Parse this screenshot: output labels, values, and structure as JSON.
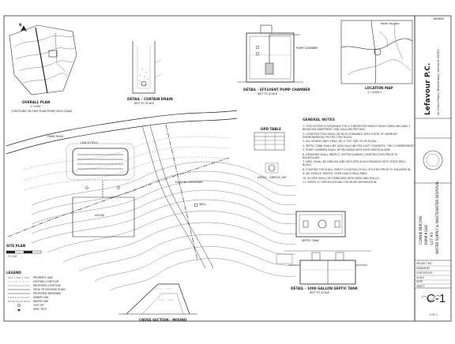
{
  "sheet": {
    "ref_number": "BB3895",
    "firm_name": "Lefavour P.C.",
    "firm_address": "42 Union Road, Moosehead, Vermont 05052",
    "project": {
      "client": "CONNIE DEROAN",
      "location_line1": "FARM ROAD",
      "location_line2": "LOT #3",
      "description": "WATER SUPPLY & WASTEWATER DISPOSAL"
    },
    "title_block_rows": [
      "PROJECT NO.",
      "DRAWN BY",
      "CHECKED BY",
      "SCALE",
      "DATE",
      "SHEET"
    ],
    "sheet_number": "C-1",
    "sheet_of": "1 OF 1"
  },
  "details": {
    "overall_plan": {
      "title": "OVERALL PLAN",
      "scale": "1\"=400'",
      "note": "CONTOURS ON THIS PLAN FROM USGS QUAD"
    },
    "curtain_drain": {
      "title": "DETAIL - CURTAIN DRAIN",
      "scale": "NOT TO SCALE"
    },
    "pump_chamber": {
      "title": "DETAIL - EFFLUENT PUMP CHAMBER",
      "scale": "NOT TO SCALE"
    },
    "location_map": {
      "title": "LOCATION MAP",
      "scale": "1\"=4000'±",
      "place_label": "North Fayston"
    },
    "gpd_table": {
      "title": "GPD TABLE"
    },
    "orifice_cap": {
      "title": "DETAIL - ORIFICE CAP"
    },
    "site_plan": {
      "title": "SITE PLAN",
      "scale": "1\"=40'"
    },
    "cross_section": {
      "title": "CROSS SECTION - MOUND"
    },
    "septic_tank": {
      "title": "DETAIL - 1000 GALLON SEPTIC TANK",
      "scale": "NOT TO SCALE"
    }
  },
  "labels": {
    "north": "N",
    "leach_field": "LEACH FIELD",
    "house": "HOUSE",
    "well": "WELL",
    "road": "FARM ROAD",
    "existing_driveway": "EXISTING DRIVEWAY",
    "pump_chamber_label": "PUMP CHAMBER",
    "septic_tank_label": "SEPTIC TANK"
  },
  "general_notes": {
    "title": "GENERAL NOTES",
    "items": [
      "1. THIS SYSTEM IS DESIGNED FOR A 3 BEDROOM SINGLE FAMILY DWELLING AND 1 BEDROOM APARTMENT (560 GALLONS PER DAY).",
      "2. CONSTRUCTION SHALL BE IN ACCORDANCE WITH STATE OF VERMONT ENVIRONMENTAL PROTECTION RULES.",
      "3. ALL SEWER LINES SHALL BE 4\" PVC SDR 35 OR EQUAL.",
      "4. SEPTIC TANK SHALL BE 1000 GALLONS PRE-CAST CONCRETE, TWO COMPARTMENT.",
      "5. PUMP CHAMBER SHALL BE PROVIDED WITH HIGH WATER ALARM.",
      "6. DESIGNER SHALL INSPECT SYSTEM DURING CONSTRUCTION PRIOR TO BACKFILLING.",
      "7. WELL SHALL BE DRILLED AND GROUTED IN ACCORDANCE WITH STATE WELL RULES.",
      "8. CONTRACTOR SHALL VERIFY LOCATION OF ALL UTILITIES PRIOR TO EXCAVATION.",
      "9. NO VEHICLE TRAFFIC OVER LEACH FIELD AREA.",
      "10. SLOPES SHALL BE STABILIZED WITH SEED AND MULCH.",
      "11. REFER TO SPECIFICATIONS FOR MORE INFORMATION."
    ]
  },
  "legend": {
    "title": "LEGEND",
    "items": [
      "PROPERTY LINE",
      "EXISTING CONTOUR",
      "PROPOSED CONTOUR",
      "EDGE OF EXISTING ROAD",
      "PROPOSED DRIVEWAY",
      "SEWER LINE",
      "WATER LINE",
      "TEST PIT",
      "PERC TEST"
    ]
  }
}
